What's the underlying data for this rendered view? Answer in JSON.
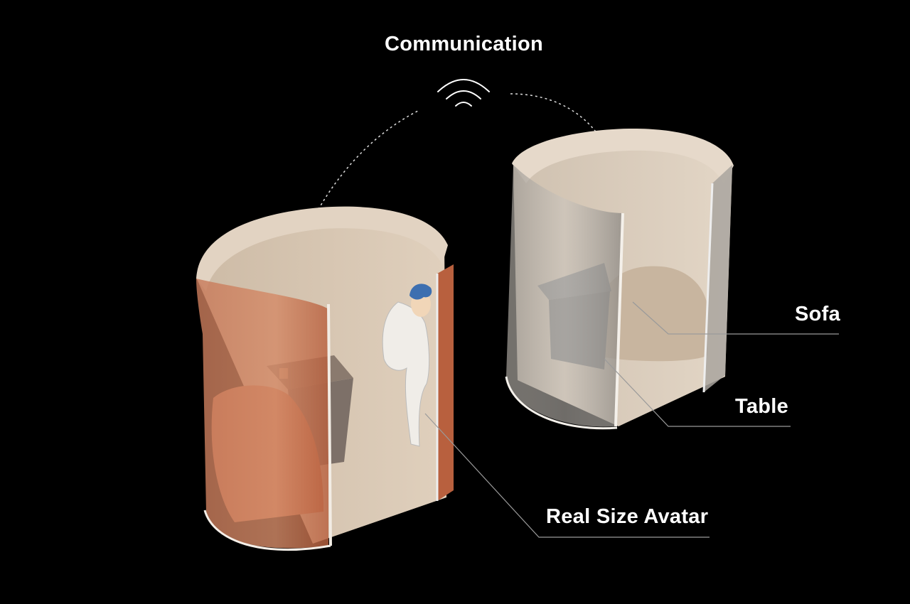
{
  "labels": {
    "communication": "Communication",
    "sofa": "Sofa",
    "table": "Table",
    "avatar": "Real Size Avatar"
  },
  "colors": {
    "background": "#000000",
    "leader_line": "#9a9a9a",
    "booth_left_outer": "#c97552",
    "booth_inner": "#d9c7b3",
    "booth_right_mesh": "#bcb8b2",
    "avatar_hair": "#3d6fb0"
  },
  "icons": [
    "wifi-signal-icon"
  ]
}
